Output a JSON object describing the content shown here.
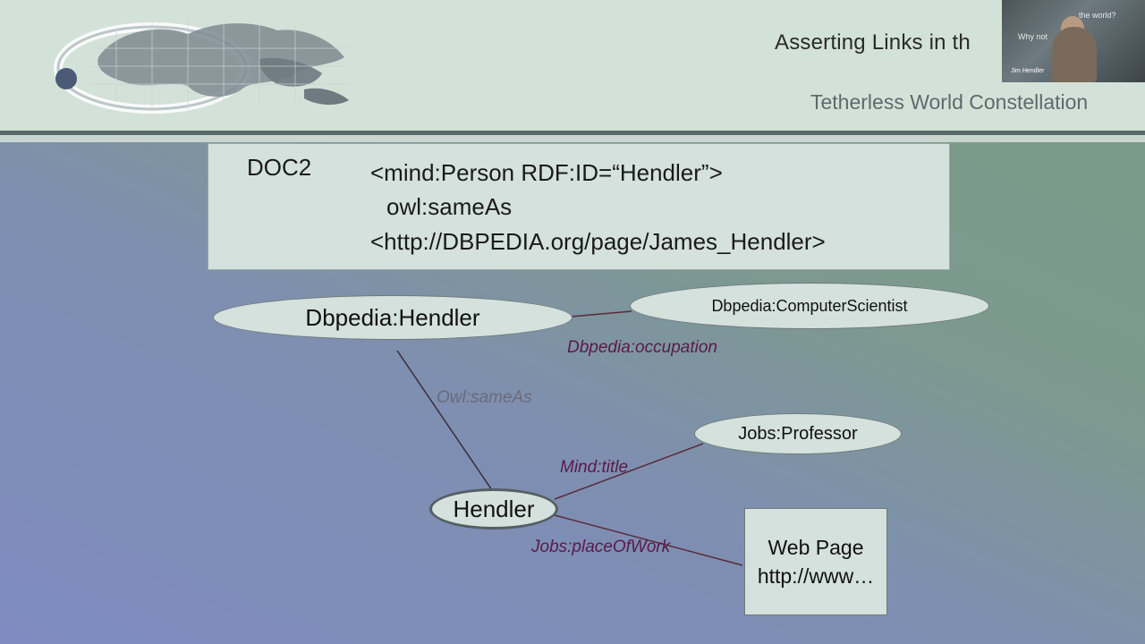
{
  "header": {
    "slide_title": "Asserting Links in th",
    "org_name": "Tetherless World Constellation",
    "logo_icon": "world-map-logo"
  },
  "video_overlay": {
    "question_left": "Why not",
    "question_right": "the world?",
    "speaker_name": "Jim Hendler"
  },
  "doc_box": {
    "label": "DOC2",
    "lines": [
      "<mind:Person  RDF:ID=“Hendler”>",
      "owl:sameAs",
      "<http://DBPEDIA.org/page/James_Hendler>"
    ]
  },
  "nodes": {
    "dbpedia_hendler": "Dbpedia:Hendler",
    "computer_scientist": "Dbpedia:ComputerScientist",
    "jobs_professor": "Jobs:Professor",
    "hendler": "Hendler",
    "web_page_title": "Web Page",
    "web_page_url": "http://www…"
  },
  "edges": {
    "occupation": "Dbpedia:occupation",
    "same_as": "Owl:sameAs",
    "mind_title": "Mind:title",
    "place_of_work": "Jobs:placeOfWork"
  },
  "colors": {
    "header_bg": "#d3e2d9",
    "node_fill": "#d4e1dc",
    "edge_label_purple": "#5a1a4a",
    "edge_label_grey": "#6a6a7a",
    "line_color": "#5a2a3a"
  }
}
